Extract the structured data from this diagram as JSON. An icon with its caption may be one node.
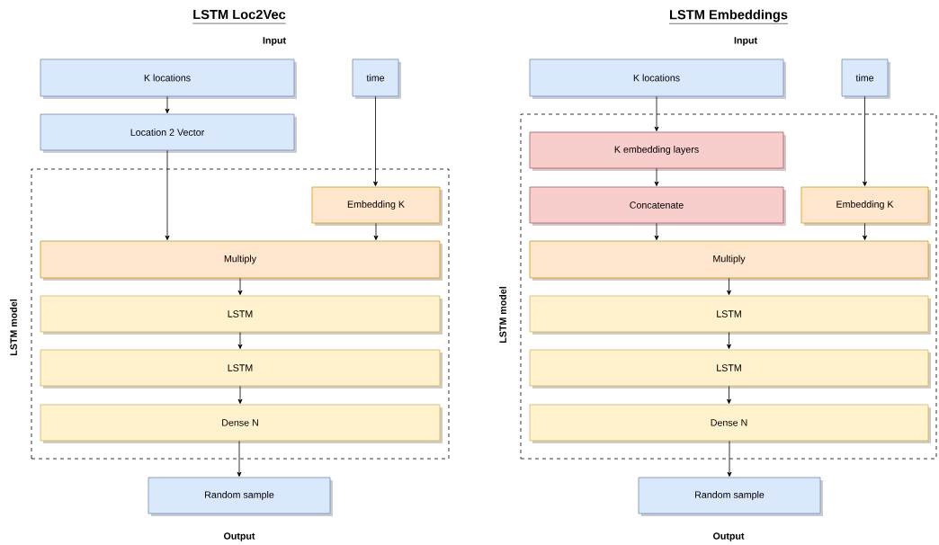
{
  "diagram": {
    "nodes": [
      {
        "text": [
          "K locations"
        ]
      },
      {
        "text": [
          "time"
        ]
      },
      {
        "text": [
          "Location 2 Vector"
        ]
      },
      {
        "text": [
          "LSTM model"
        ]
      },
      {
        "text": [
          "Embedding K"
        ],
        "in": 3
      },
      {
        "text": [
          "Multiply"
        ],
        "in": 3
      },
      {
        "text": [
          "LSTM"
        ],
        "in": 3
      },
      {
        "text": [
          "LSTM"
        ],
        "in": 3
      },
      {
        "text": [
          "Dense N"
        ],
        "in": 3
      },
      {
        "text": [
          "Random sample"
        ]
      },
      {
        "text": [
          "K locations"
        ]
      },
      {
        "text": [
          "time"
        ]
      },
      {
        "text": [
          "LSTM model"
        ]
      },
      {
        "text": [
          "K embedding layers"
        ],
        "in": 12
      },
      {
        "text": [
          "Concatenate"
        ],
        "in": 12
      },
      {
        "text": [
          "Embedding K"
        ],
        "in": 12
      },
      {
        "text": [
          "Multiply"
        ],
        "in": 12
      },
      {
        "text": [
          "LSTM"
        ],
        "in": 12
      },
      {
        "text": [
          "LSTM"
        ],
        "in": 12
      },
      {
        "text": [
          "Dense N"
        ],
        "in": 12
      },
      {
        "text": [
          "Random sample"
        ]
      }
    ],
    "edges": [
      {
        "from": 0,
        "to": 2,
        "arrow": "to"
      },
      {
        "from": 2,
        "to": 5,
        "arrow": "to"
      },
      {
        "from": 1,
        "to": 4,
        "arrow": "to"
      },
      {
        "from": 4,
        "to": 5,
        "arrow": "to"
      },
      {
        "from": 5,
        "to": 6,
        "arrow": "to"
      },
      {
        "from": 6,
        "to": 7,
        "arrow": "to"
      },
      {
        "from": 7,
        "to": 8,
        "arrow": "to"
      },
      {
        "from": 8,
        "to": 9,
        "arrow": "to"
      },
      {
        "from": 10,
        "to": 13,
        "arrow": "to"
      },
      {
        "from": 13,
        "to": 14,
        "arrow": "to"
      },
      {
        "from": 14,
        "to": 16,
        "arrow": "to"
      },
      {
        "from": 11,
        "to": 15,
        "arrow": "to"
      },
      {
        "from": 15,
        "to": 16,
        "arrow": "to"
      },
      {
        "from": 16,
        "to": 17,
        "arrow": "to"
      },
      {
        "from": 17,
        "to": 18,
        "arrow": "to"
      },
      {
        "from": 18,
        "to": 19,
        "arrow": "to"
      },
      {
        "from": 19,
        "to": 20,
        "arrow": "to"
      }
    ],
    "labels": [
      "LSTM Loc2Vec",
      "LSTM Embeddings",
      "Input",
      "Input",
      "Output",
      "Output"
    ]
  }
}
